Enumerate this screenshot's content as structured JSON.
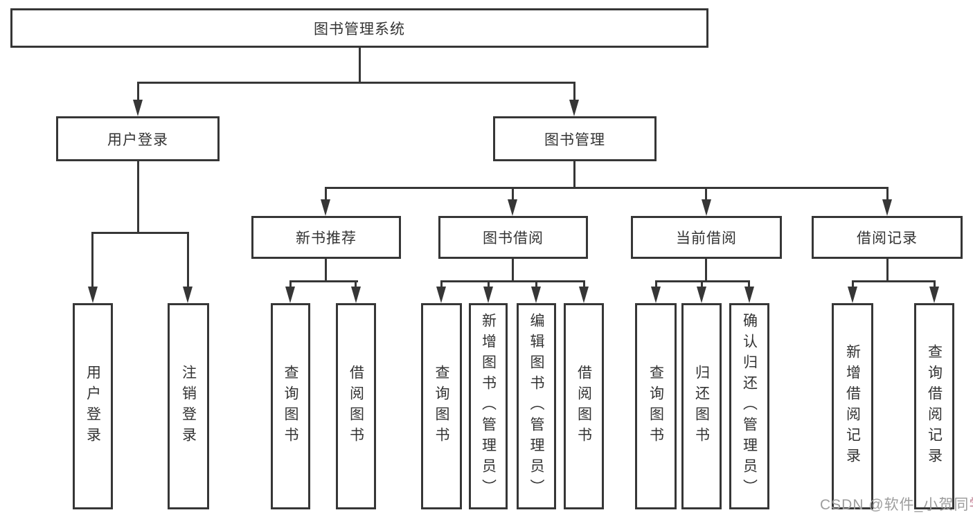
{
  "diagram": {
    "root": "图书管理系统",
    "branches": [
      {
        "label": "用户登录",
        "children": [
          "用户登录",
          "注销登录"
        ]
      },
      {
        "label": "图书管理",
        "groups": [
          {
            "label": "新书推荐",
            "children": [
              "查询图书",
              "借阅图书"
            ]
          },
          {
            "label": "图书借阅",
            "children": [
              "查询图书",
              "新增图书（管理员）",
              "编辑图书（管理员）",
              "借阅图书"
            ]
          },
          {
            "label": "当前借阅",
            "children": [
              "查询图书",
              "归还图书",
              "确认归还（管理员）"
            ]
          },
          {
            "label": "借阅记录",
            "children": [
              "新增借阅记录",
              "查询借阅记录"
            ]
          }
        ]
      }
    ],
    "colors": {
      "line": "#363636",
      "text": "#333333",
      "background": "#ffffff",
      "watermark": "#9d9d9d",
      "watermark_accent": "#f48fb1"
    },
    "watermark": {
      "main": "CSDN @软件_小贺同",
      "accent": "学"
    }
  }
}
